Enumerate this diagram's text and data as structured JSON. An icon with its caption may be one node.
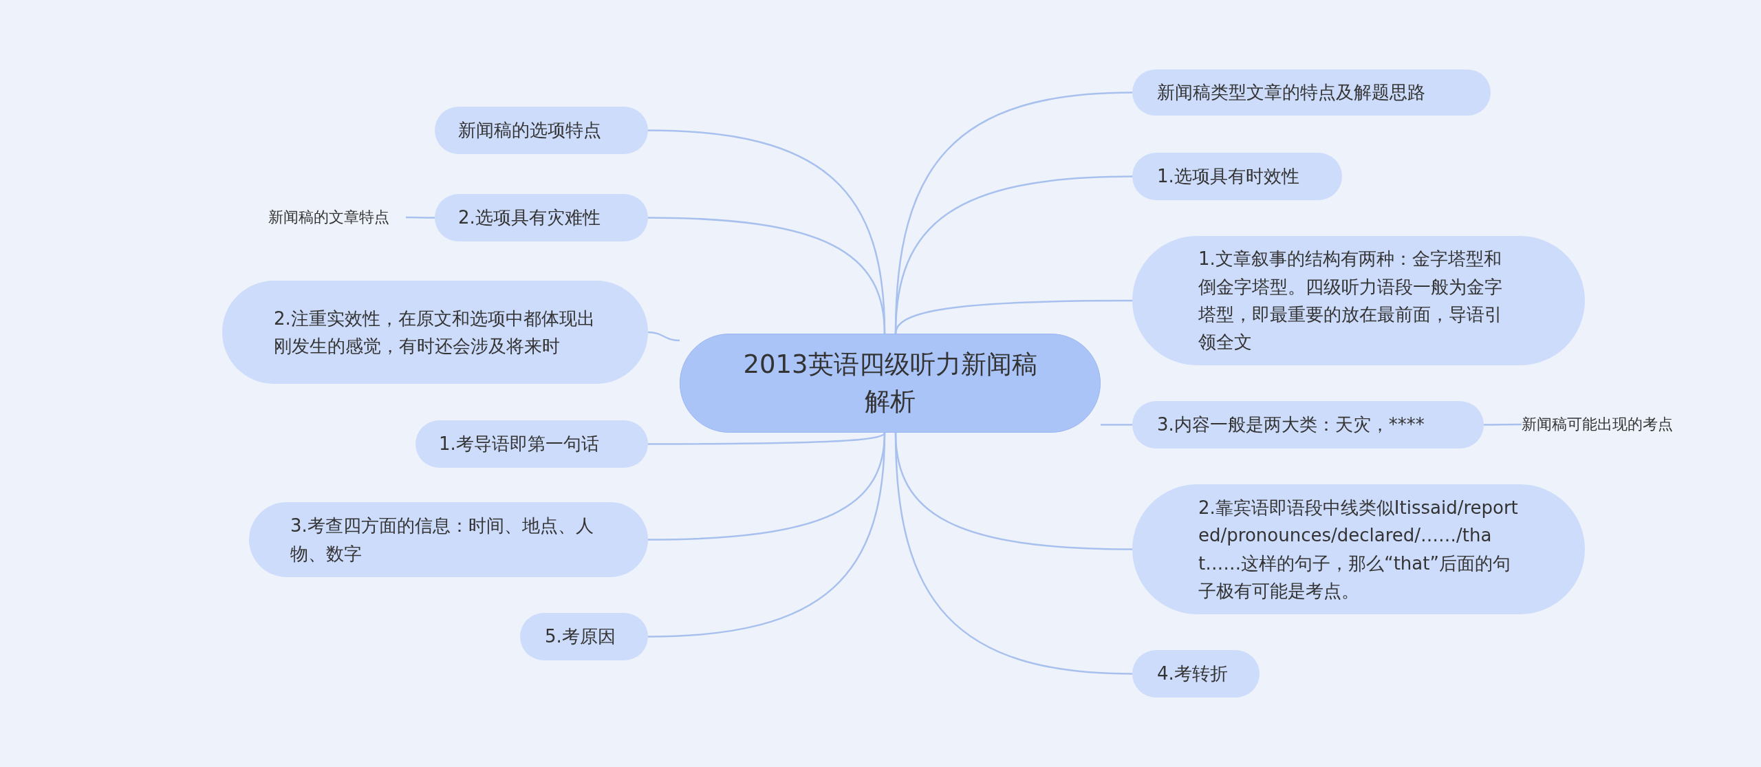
{
  "diagram": {
    "nodes": [
      {
        "text": [
          "2013英语四级听力新闻稿解析"
        ]
      },
      {
        "text": [
          "新闻稿类型文章的特点及解题思路"
        ]
      },
      {
        "text": [
          "1.选项具有时效性"
        ]
      },
      {
        "text": [
          "1.文章叙事的结构有两种：金字塔型和倒金字塔型。四级听力语段一般为金字塔型，即最重要的放在最前面，导语引领全文"
        ]
      },
      {
        "text": [
          "3.内容一般是两大类：天灾，****"
        ]
      },
      {
        "text": [
          "新闻稿可能出现的考点"
        ]
      },
      {
        "text": [
          "2.靠宾语即语段中线类似Itissaid/reported/pronounces/declared/……/that……这样的句子，那么“that”后面的句子极有可能是考点。"
        ]
      },
      {
        "text": [
          "4.考转折"
        ]
      },
      {
        "text": [
          "新闻稿的选项特点"
        ]
      },
      {
        "text": [
          "2.选项具有灾难性"
        ]
      },
      {
        "text": [
          "新闻稿的文章特点"
        ]
      },
      {
        "text": [
          "2.注重实效性，在原文和选项中都体现出刚发生的感觉，有时还会涉及将来时"
        ]
      },
      {
        "text": [
          "1.考导语即第一句话"
        ]
      },
      {
        "text": [
          "3.考查四方面的信息：时间、地点、人物、数字"
        ]
      },
      {
        "text": [
          "5.考原因"
        ]
      }
    ],
    "edges": [
      {
        "from": 0,
        "to": 1,
        "arrow": "none"
      },
      {
        "from": 0,
        "to": 2,
        "arrow": "none"
      },
      {
        "from": 0,
        "to": 3,
        "arrow": "none"
      },
      {
        "from": 0,
        "to": 4,
        "arrow": "none"
      },
      {
        "from": 4,
        "to": 5,
        "arrow": "none"
      },
      {
        "from": 0,
        "to": 6,
        "arrow": "none"
      },
      {
        "from": 0,
        "to": 7,
        "arrow": "none"
      },
      {
        "from": 0,
        "to": 8,
        "arrow": "none"
      },
      {
        "from": 0,
        "to": 9,
        "arrow": "none"
      },
      {
        "from": 9,
        "to": 10,
        "arrow": "none"
      },
      {
        "from": 0,
        "to": 11,
        "arrow": "none"
      },
      {
        "from": 0,
        "to": 12,
        "arrow": "none"
      },
      {
        "from": 0,
        "to": 13,
        "arrow": "none"
      },
      {
        "from": 0,
        "to": 14,
        "arrow": "none"
      }
    ]
  }
}
